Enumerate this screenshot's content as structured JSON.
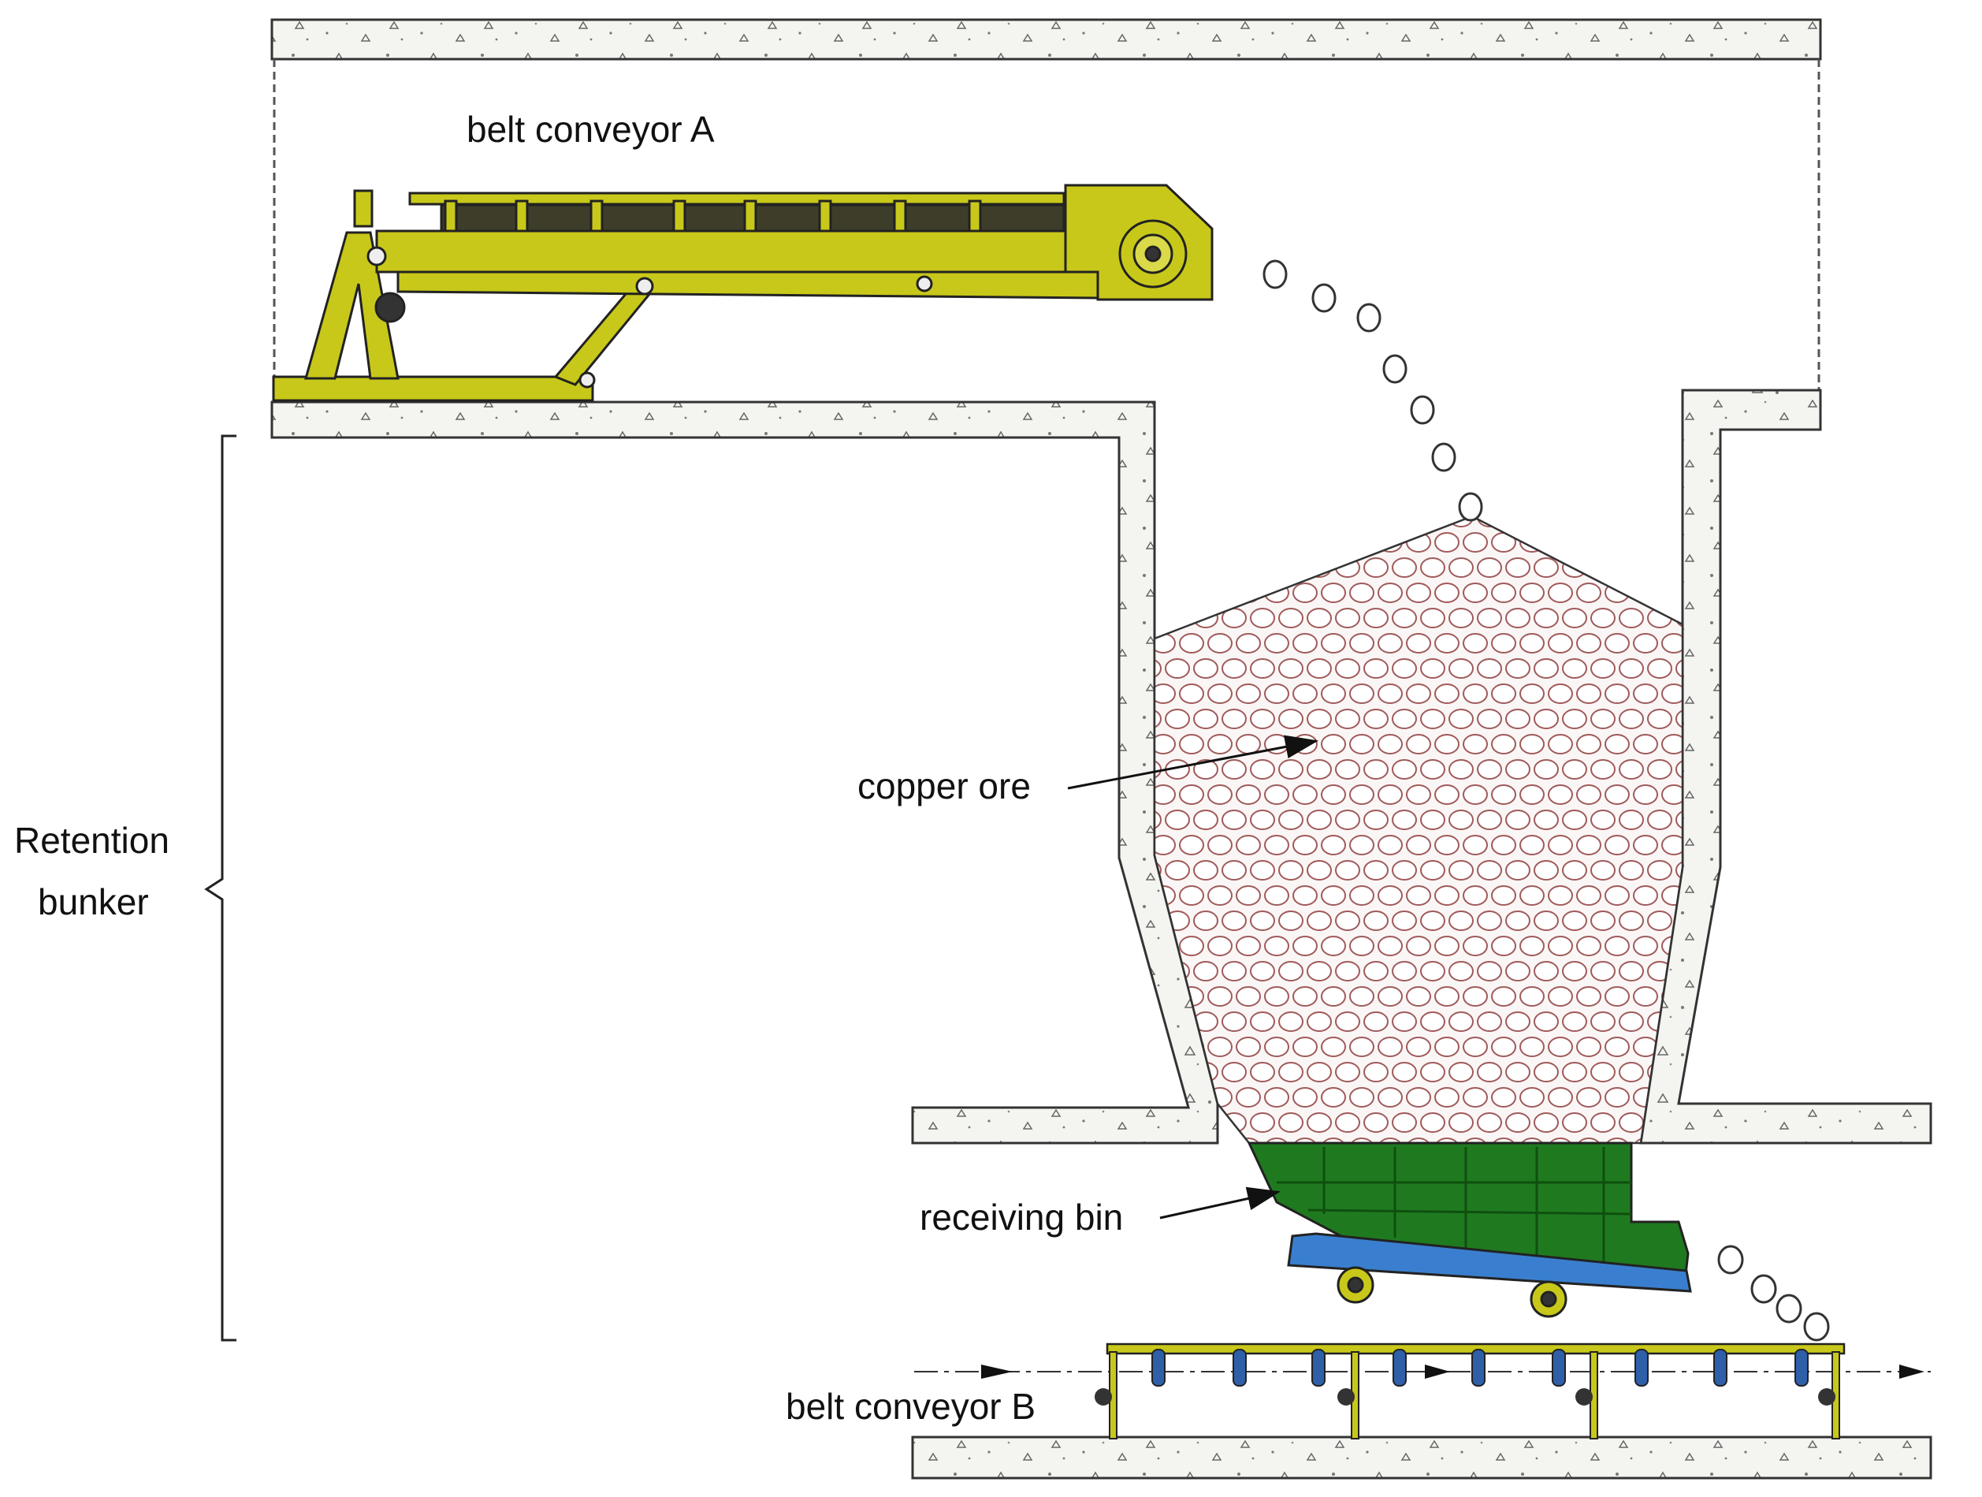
{
  "labels": {
    "conveyor_a": "belt conveyor A",
    "conveyor_b": "belt conveyor B",
    "copper_ore": "copper ore",
    "receiving_bin": "receiving bin",
    "bunker_line1": "Retention",
    "bunker_line2": "bunker"
  },
  "colors": {
    "conveyor": "#c8c81a",
    "receiving_bin": "#1f7a1f",
    "bin_base": "#3a7fcf",
    "roller": "#2f5fa8",
    "ore_stroke": "#a05a5a",
    "concrete": "#f4f4f0",
    "outline": "#222222"
  },
  "icons": {
    "falling_ore": "ore-chunk-icon",
    "flow_direction": "arrow-right-icon"
  }
}
